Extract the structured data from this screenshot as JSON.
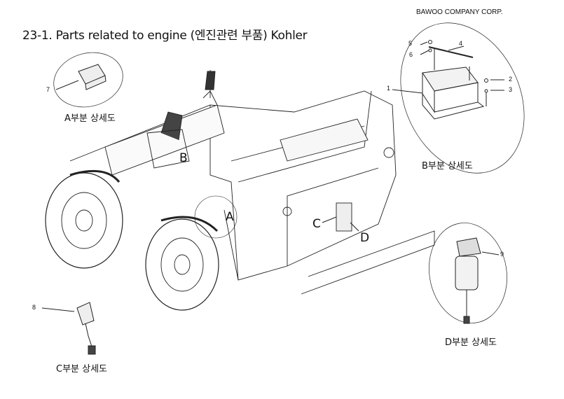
{
  "header": {
    "company": "BAWOO COMPANY CORP.",
    "title": "23-1. Parts related to engine  (엔진관련 부품) Kohler"
  },
  "details": {
    "a_caption": "A부분 상세도",
    "b_caption": "B부분 상세도",
    "c_caption": "C부분 상세도",
    "d_caption": "D부분 상세도"
  },
  "main_labels": {
    "a": "A",
    "b": "B",
    "c": "C",
    "d": "D"
  },
  "callouts": {
    "n1": "1",
    "n2": "2",
    "n3": "3",
    "n4": "4",
    "n5": "5",
    "n6": "6",
    "n7": "7",
    "n8": "8",
    "n9": "9"
  }
}
